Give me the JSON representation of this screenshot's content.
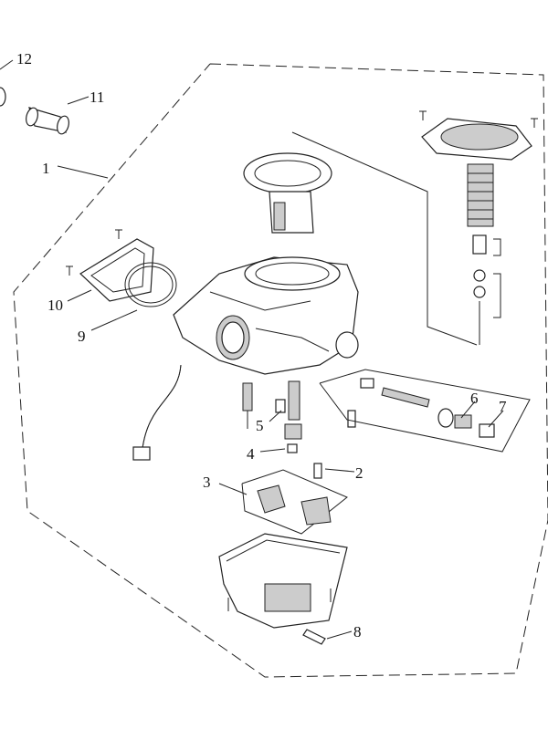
{
  "diagram": {
    "title": "Carburetor exploded view",
    "callouts": [
      {
        "id": "12",
        "label": "12"
      },
      {
        "id": "11",
        "label": "11"
      },
      {
        "id": "1",
        "label": "1"
      },
      {
        "id": "10",
        "label": "10"
      },
      {
        "id": "9",
        "label": "9"
      },
      {
        "id": "5",
        "label": "5"
      },
      {
        "id": "4",
        "label": "4"
      },
      {
        "id": "3",
        "label": "3"
      },
      {
        "id": "2",
        "label": "2"
      },
      {
        "id": "6",
        "label": "6"
      },
      {
        "id": "7",
        "label": "7"
      },
      {
        "id": "8",
        "label": "8"
      }
    ]
  }
}
